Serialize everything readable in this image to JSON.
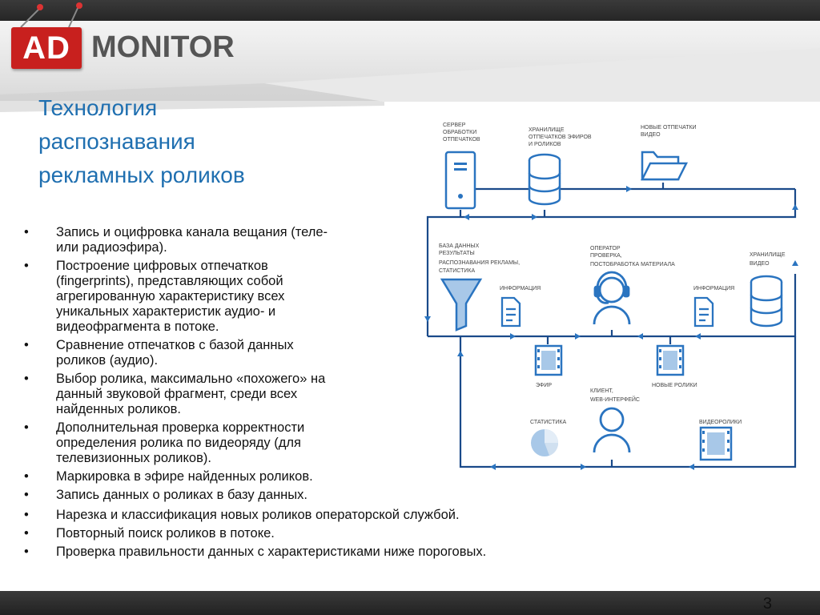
{
  "logo": {
    "ad": "AD",
    "monitor": "MONITOR"
  },
  "title": {
    "lines": [
      "Технология",
      "распознавания",
      "рекламных роликов"
    ]
  },
  "bullets": [
    "Запись и оцифровка канала вещания (теле-\nили радиоэфира).",
    "Построение цифровых отпечатков\n(fingerprints), представляющих собой\nагрегированную характеристику всех\nуникальных характеристик аудио- и\nвидеофрагмента в потоке.",
    "Сравнение отпечатков с базой данных\nроликов (аудио).",
    "Выбор ролика, максимально «похожего» на\nданный звуковой фрагмент, среди всех\nнайденных роликов.",
    "Дополнительная проверка корректности\nопределения ролика по видеоряду (для\nтелевизионных роликов).",
    "Маркировка в эфире найденных роликов.",
    "Запись данных о роликах в базу данных.",
    "Нарезка и классификация новых роликов операторской службой.",
    "Повторный поиск роликов в потоке.",
    "Проверка правильности данных с характеристиками ниже пороговых."
  ],
  "diagram": {
    "labels": {
      "server": [
        "СЕРВЕР",
        "ОБРАБОТКИ",
        "ОТПЕЧАТКОВ"
      ],
      "storage_prints": [
        "ХРАНИЛИЩЕ",
        "ОТПЕЧАТКОВ ЭФИРОВ",
        "И РОЛИКОВ"
      ],
      "new_prints": [
        "НОВЫЕ ОТПЕЧАТКИ",
        "ВИДЕО"
      ],
      "database": [
        "БАЗА ДАННЫХ",
        "РЕЗУЛЬТАТЫ",
        "РАСПОЗНАВАНИЯ РЕКЛАМЫ,",
        "СТАТИСТИКА"
      ],
      "operator": [
        "ОПЕРАТОР",
        "ПРОВЕРКА,",
        "ПОСТОБРАБОТКА МАТЕРИАЛА"
      ],
      "storage_video": [
        "ХРАНИЛИЩЕ",
        "ВИДЕО"
      ],
      "info_left": [
        "ИНФОРМАЦИЯ"
      ],
      "info_right": [
        "ИНФОРМАЦИЯ"
      ],
      "air": [
        "ЭФИР"
      ],
      "new_clips": [
        "НОВЫЕ РОЛИКИ"
      ],
      "client": [
        "КЛИЕНТ,",
        "WEB-ИНТЕРФЕЙС"
      ],
      "statistics": [
        "СТАТИСТИКА"
      ],
      "videoclips": [
        "ВИДЕОРОЛИКИ"
      ]
    },
    "colors": {
      "line": "#1a4a8a",
      "icon": "#2a74c0",
      "light": "#a8c8e8"
    }
  },
  "page_number": "3"
}
